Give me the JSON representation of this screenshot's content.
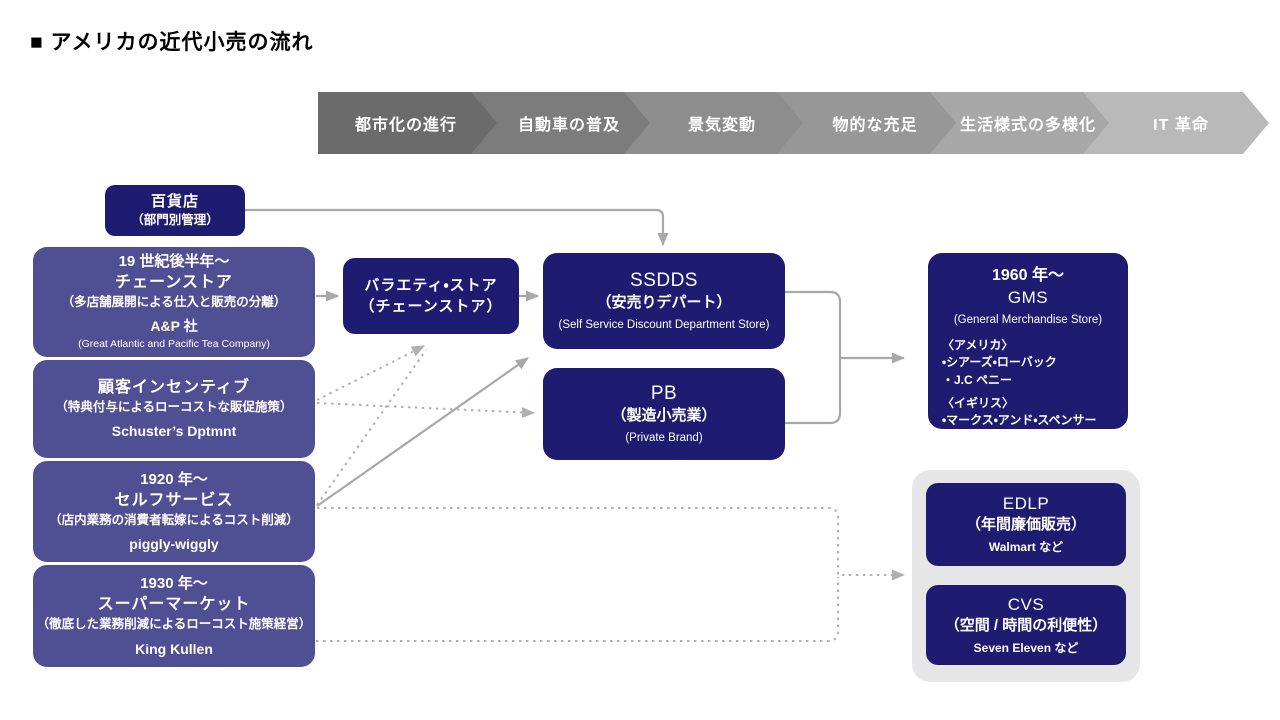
{
  "title": "■ アメリカの近代小売の流れ",
  "timeline": {
    "stages": [
      {
        "label": "都市化の進行",
        "color": "#6b6b6b"
      },
      {
        "label": "自動車の普及",
        "color": "#7c7c7c"
      },
      {
        "label": "景気変動",
        "color": "#8d8d8d"
      },
      {
        "label": "物的な充足",
        "color": "#979797"
      },
      {
        "label": "生活様式の多様化",
        "color": "#a7a7a7"
      },
      {
        "label": "IT 革命",
        "color": "#b9b9b9"
      }
    ]
  },
  "boxes": {
    "department_store": {
      "title": "百貨店",
      "subtitle": "（部門別管理）"
    },
    "chain_store": {
      "era": "19 世紀後半年〜",
      "title": "チェーンストア",
      "subtitle": "（多店舗展開による仕入と販売の分離）",
      "company": "A&P 社",
      "company_en": "(Great Atlantic and Pacific Tea Company)"
    },
    "customer_incentive": {
      "title": "顧客インセンティブ",
      "subtitle": "（特典付与によるローコストな販促施策）",
      "company": "Schuster’s Dptmnt"
    },
    "self_service": {
      "era": "1920 年〜",
      "title": "セルフサービス",
      "subtitle": "（店内業務の消費者転嫁によるコスト削減）",
      "company": "piggly-wiggly"
    },
    "supermarket": {
      "era": "1930 年〜",
      "title": "スーパーマーケット",
      "subtitle": "（徹底した業務削減によるローコスト施策経営）",
      "company": "King Kullen"
    },
    "variety_store": {
      "title": "バラエティ・ストア",
      "subtitle": "（チェーンストア）"
    },
    "ssdds": {
      "title": "SSDDS",
      "subtitle": "（安売りデパート）",
      "subtitle_en": "(Self Service Discount Department Store)"
    },
    "pb": {
      "title": "PB",
      "subtitle": "（製造小売業）",
      "subtitle_en": "(Private Brand)"
    },
    "gms": {
      "era": "1960 年〜",
      "title": "GMS",
      "subtitle_en": "(General Merchandise Store)",
      "list": [
        "〈アメリカ〉",
        "・シアーズ・ローバック",
        "・J.C ペニー",
        "〈イギリス〉",
        "・マークス・アンド・スペンサー"
      ]
    },
    "edlp": {
      "title": "EDLP",
      "subtitle": "（年間廉価販売）",
      "example": "Walmart など"
    },
    "cvs": {
      "title": "CVS",
      "subtitle": "（空間 / 時間の利便性）",
      "example": "Seven Eleven など"
    }
  },
  "colors": {
    "navy_box": "#1e1b70",
    "purple_box": "#514f93",
    "solid_arrow": "#a8a8a8",
    "dotted_arrow": "#b0b0b0",
    "gray_container": "#e6e6e6"
  }
}
